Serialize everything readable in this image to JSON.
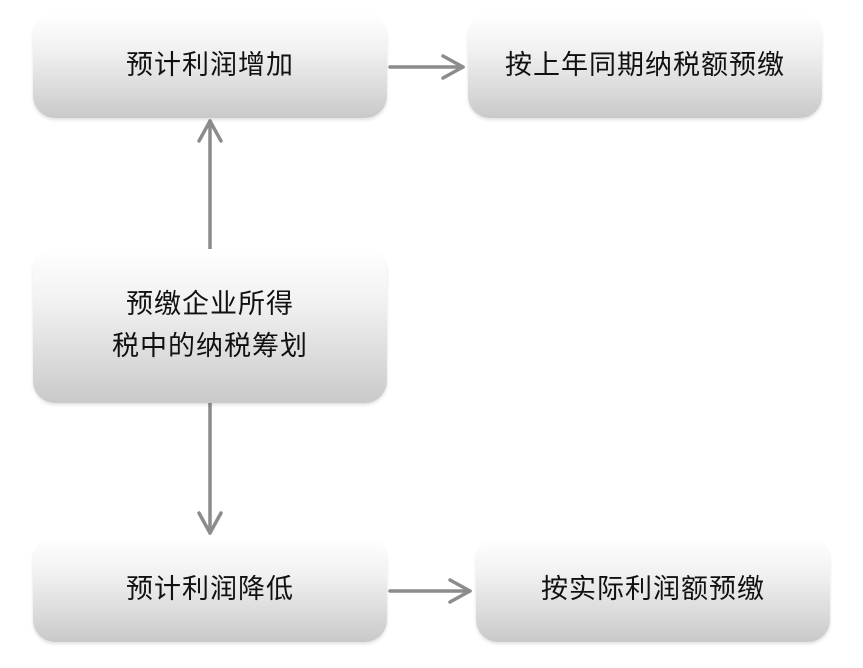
{
  "diagram": {
    "center": {
      "line1": "预缴企业所得",
      "line2": "税中的纳税筹划"
    },
    "upper_branch": {
      "condition": "预计利润增加",
      "result": "按上年同期纳税额预缴"
    },
    "lower_branch": {
      "condition": "预计利润降低",
      "result": "按实际利润额预缴"
    },
    "colors": {
      "arrow": "#8c8c8c",
      "box_top": "#ffffff",
      "box_bottom": "#c9c9c9",
      "text": "#111111"
    }
  }
}
